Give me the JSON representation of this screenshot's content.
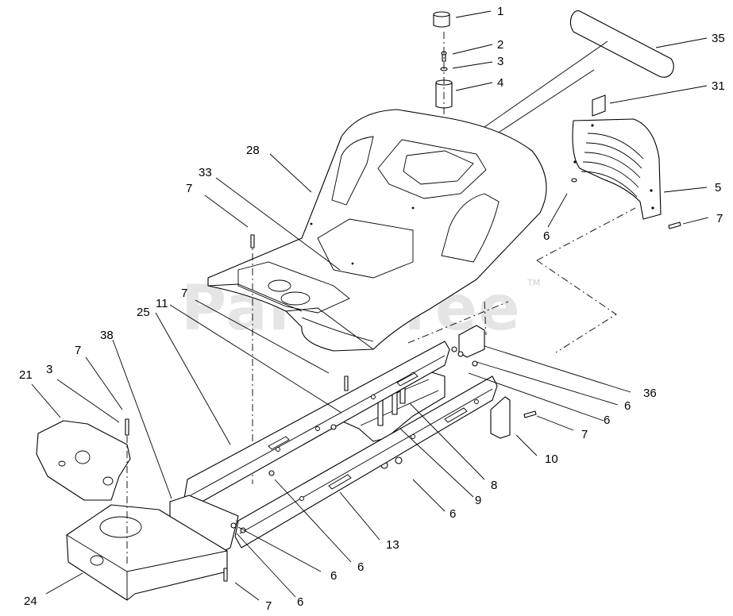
{
  "watermark": {
    "text": "PartsTree",
    "mark": "TM"
  },
  "callouts": [
    {
      "id": "c1",
      "label": "1"
    },
    {
      "id": "c2",
      "label": "2"
    },
    {
      "id": "c3",
      "label": "3"
    },
    {
      "id": "c4",
      "label": "4"
    },
    {
      "id": "c35",
      "label": "35"
    },
    {
      "id": "c31",
      "label": "31"
    },
    {
      "id": "c5",
      "label": "5"
    },
    {
      "id": "c7a",
      "label": "7"
    },
    {
      "id": "c6a",
      "label": "6"
    },
    {
      "id": "c28",
      "label": "28"
    },
    {
      "id": "c33",
      "label": "33"
    },
    {
      "id": "c7b",
      "label": "7"
    },
    {
      "id": "c7c",
      "label": "7"
    },
    {
      "id": "c11",
      "label": "11"
    },
    {
      "id": "c25",
      "label": "25"
    },
    {
      "id": "c38",
      "label": "38"
    },
    {
      "id": "c7d",
      "label": "7"
    },
    {
      "id": "c21",
      "label": "21"
    },
    {
      "id": "c3b",
      "label": "3"
    },
    {
      "id": "c36",
      "label": "36"
    },
    {
      "id": "c6b",
      "label": "6"
    },
    {
      "id": "c6c",
      "label": "6"
    },
    {
      "id": "c7e",
      "label": "7"
    },
    {
      "id": "c10",
      "label": "10"
    },
    {
      "id": "c8",
      "label": "8"
    },
    {
      "id": "c9",
      "label": "9"
    },
    {
      "id": "c6d",
      "label": "6"
    },
    {
      "id": "c13",
      "label": "13"
    },
    {
      "id": "c6e",
      "label": "6"
    },
    {
      "id": "c6f",
      "label": "6"
    },
    {
      "id": "c6g",
      "label": "6"
    },
    {
      "id": "c24",
      "label": "24"
    },
    {
      "id": "c7f",
      "label": "7"
    }
  ]
}
